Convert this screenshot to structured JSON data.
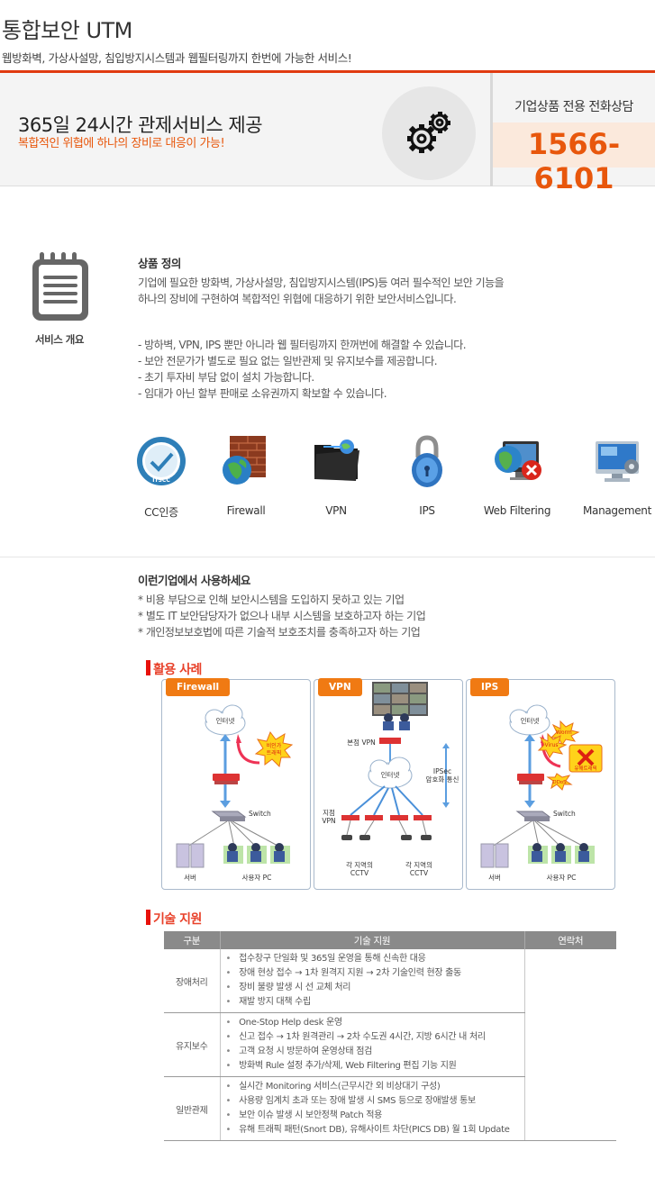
{
  "header": {
    "title": "통합보안 UTM",
    "subtitle": "웹방화벽, 가상사설망, 침입방지시스템과 웹필터링까지 한번에 가능한 서비스!"
  },
  "banner": {
    "main": "365일 24시간 관제서비스 제공",
    "sub": "복합적인 위협에 하나의 장비로 대응이 가능!",
    "gear_icon": "gears-icon",
    "phone_label": "기업상품 전용 전화상담",
    "phone_number": "1566-6101",
    "accent": "#e8570c"
  },
  "overview": {
    "icon": "notepad-icon",
    "label": "서비스 개요",
    "definition_title": "상품 정의",
    "definition_lines": [
      "기업에 필요한 방화벽, 가상사설망, 침입방지시스템(IPS)등 여러 필수적인 보안 기능을",
      "하나의 장비에 구현하여 복합적인 위협에 대응하기 위한 보안서비스입니다."
    ],
    "benefits": [
      "- 방하벽, VPN, IPS 뿐만 아니라 웹 필터링까지 한꺼번에 해결할 수 있습니다.",
      "- 보안 전문가가 별도로 필요 없는 일반관제 및 유지보수를 제공합니다.",
      "- 초기 투자비 부담 없이 설치 가능합니다.",
      "- 임대가 아닌 할부 판매로 소유권까지 확보할 수 있습니다."
    ]
  },
  "features": [
    {
      "label": "CC인증",
      "icon": "cc-certification-icon"
    },
    {
      "label": "Firewall",
      "icon": "firewall-icon"
    },
    {
      "label": "VPN",
      "icon": "vpn-folder-icon"
    },
    {
      "label": "IPS",
      "icon": "padlock-icon"
    },
    {
      "label": "Web Filtering",
      "icon": "web-filtering-icon"
    },
    {
      "label": "Management",
      "icon": "management-monitor-icon"
    }
  ],
  "target": {
    "title": "이런기업에서 사용하세요",
    "items": [
      "* 비용 부담으로 인해 보안시스템을 도입하지 못하고 있는 기업",
      "* 별도 IT 보안담당자가 없으나 내부 시스템을 보호하고자 하는 기업",
      "* 개인정보보호법에 따른 기술적 보호조치를 충족하고자 하는 기업"
    ]
  },
  "cases": {
    "title": "활용 사례",
    "firewall": {
      "tab": "Firewall",
      "internet": "인터넷",
      "burst": [
        "비인가",
        "트래픽"
      ],
      "switch": "Switch",
      "server": "서버",
      "pc": "사용자 PC"
    },
    "vpn": {
      "tab": "VPN",
      "hq": "본점 VPN",
      "internet": "인터넷",
      "ipsec": [
        "IPSec",
        "암호화 통신"
      ],
      "branch": [
        "지점",
        "VPN"
      ],
      "cctv_left": [
        "각 지역의",
        "CCTV"
      ],
      "cctv_right": [
        "각 지역의",
        "CCTV"
      ]
    },
    "ips": {
      "tab": "IPS",
      "internet": "인터넷",
      "worm": "Worm",
      "virus": "Virus",
      "ddos": "DDoS",
      "harmful": "유해트래픽",
      "switch": "Switch",
      "server": "서버",
      "pc": "사용자 PC"
    }
  },
  "support": {
    "title": "기술 지원",
    "headers": [
      "구분",
      "기술 지원",
      "연락처"
    ],
    "rows": [
      {
        "category": "장애처리",
        "items": [
          "접수창구 단일화 및 365일 운영을 통해 신속한 대응",
          "장애 현상 접수 → 1차 원격지 지원 → 2차 기술인력 현장 출동",
          "장비 불량 발생 시 선 교체 처리",
          "재발 방지 대책 수립"
        ]
      },
      {
        "category": "유지보수",
        "items": [
          "One-Stop Help desk 운영",
          "신고 접수 → 1차 원격관리 → 2차 수도권 4시간, 지방 6시간 내 처리",
          "고객 요청 시 방문하여 운영상태 점검",
          "방화벽 Rule 설정 추가/삭제, Web Filtering 편집 기능 지원"
        ]
      },
      {
        "category": "일반관제",
        "items": [
          "실시간 Monitoring 서비스(근무시간 외 비상대기 구성)",
          "사용량 임계치 초과 또는 장애 발생 시 SMS 등으로 장애발생 통보",
          "보안 이슈 발생 시 보안정책 Patch 적용",
          "유해 트래픽 패턴(Snort DB), 유해사이트 차단(PICS DB) 월 1회 Update"
        ]
      }
    ]
  }
}
